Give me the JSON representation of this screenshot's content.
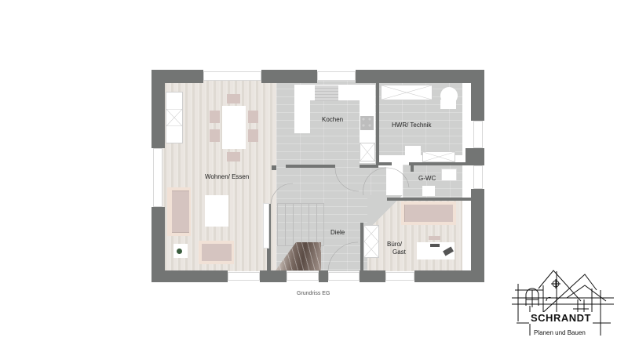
{
  "plan": {
    "caption": "Grundriss EG",
    "rooms": [
      {
        "name": "Wohnen/ Essen"
      },
      {
        "name": "Kochen"
      },
      {
        "name": "HWR/ Technik"
      },
      {
        "name": "G-WC"
      },
      {
        "name": "Diele"
      },
      {
        "name": "Büro/"
      },
      {
        "name": "Gast"
      }
    ]
  },
  "logo": {
    "company": "SCHRANDT",
    "tagline": "Planen und Bauen"
  },
  "colors": {
    "wall": "#737574",
    "wood_floor": "#e6e1da",
    "tile_floor": "#cfd0cf",
    "furniture_pink": "#d5c4c0"
  }
}
